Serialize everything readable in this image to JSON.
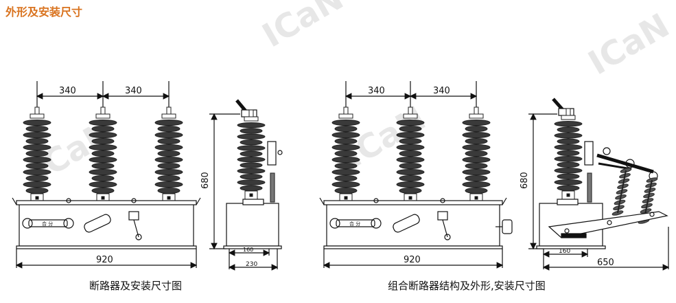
{
  "header": {
    "title": "外形及安装尺寸"
  },
  "left_drawing": {
    "caption": "断路器及安装尺寸图",
    "dim_pitch_1": "340",
    "dim_pitch_2": "340",
    "dim_width": "920",
    "dim_height": "680",
    "dim_side_inner": "160",
    "dim_side_outer": "230"
  },
  "right_drawing": {
    "caption": "组合断路器结构及外形,安装尺寸图",
    "dim_pitch_1": "340",
    "dim_pitch_2": "340",
    "dim_width": "920",
    "dim_height": "680",
    "dim_side_inner": "160",
    "dim_side_outer": "650"
  },
  "watermark": {
    "text": "ICaN"
  },
  "colors": {
    "header": "#d9731f",
    "line": "#111111",
    "insulator": "#333333"
  }
}
